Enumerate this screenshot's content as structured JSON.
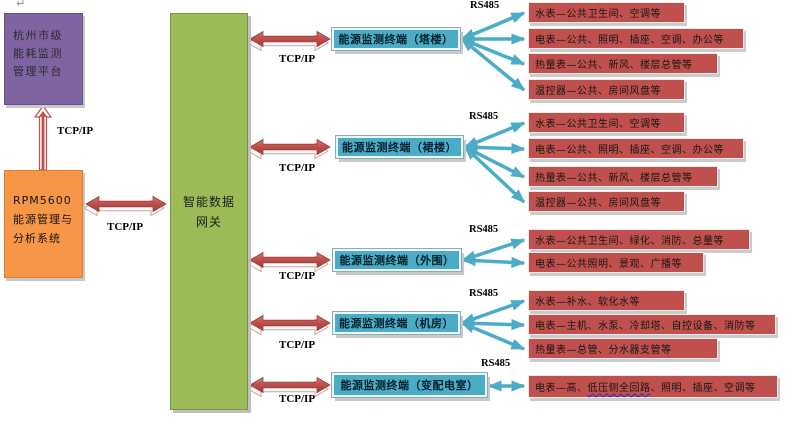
{
  "labels": {
    "tcpip": "TCP/IP",
    "rs485": "RS485"
  },
  "decorations": {
    "anchor_mark": "↵"
  },
  "colors": {
    "platform_purple": "#8064A2",
    "rpm_orange": "#F79646",
    "gateway_green": "#9BBB59",
    "terminal_cyan": "#4BACC6",
    "device_red": "#C0504D",
    "tcp_arrow_red": "#C0504D",
    "rs485_arrow_cyan": "#4BACC6"
  },
  "platform": {
    "label": "杭州市级能耗监测管理平台"
  },
  "rpm": {
    "label": "RPM5600能源管理与分析系统"
  },
  "gateway": {
    "label_line1": "智能数据",
    "label_line2": "网关"
  },
  "terminals": [
    {
      "name": "能源监测终端（塔楼）",
      "devices": [
        "水表—公共卫生间、空调等",
        "电表—公共、照明、插座、空调、办公等",
        "热量表—公共、新风、楼层总管等",
        "温控器—公共、房间风盘等"
      ]
    },
    {
      "name": "能源监测终端（裙楼）",
      "devices": [
        "水表—公共卫生间、空调等",
        "电表—公共、照明、插座、空调、办公等",
        "热量表—公共、新风、楼层总管等",
        "温控器—公共、房间风盘等"
      ]
    },
    {
      "name": "能源监测终端（外围）",
      "devices": [
        "水表—公共卫生间、绿化、消防、总量等",
        "电表—公共照明、景观、广播等"
      ]
    },
    {
      "name": "能源监测终端（机房）",
      "devices": [
        "水表—补水、软化水等",
        "电表—主机、水泵、冷却塔、自控设备、消防等",
        "热量表—总管、分水器支管等"
      ]
    },
    {
      "name": "能源监测终端（变配电室）",
      "devices": [],
      "device_rich": {
        "prefix": "电表—高、",
        "underlined": "低压侧全回路",
        "suffix": "、照明、插座、空调等"
      }
    }
  ]
}
